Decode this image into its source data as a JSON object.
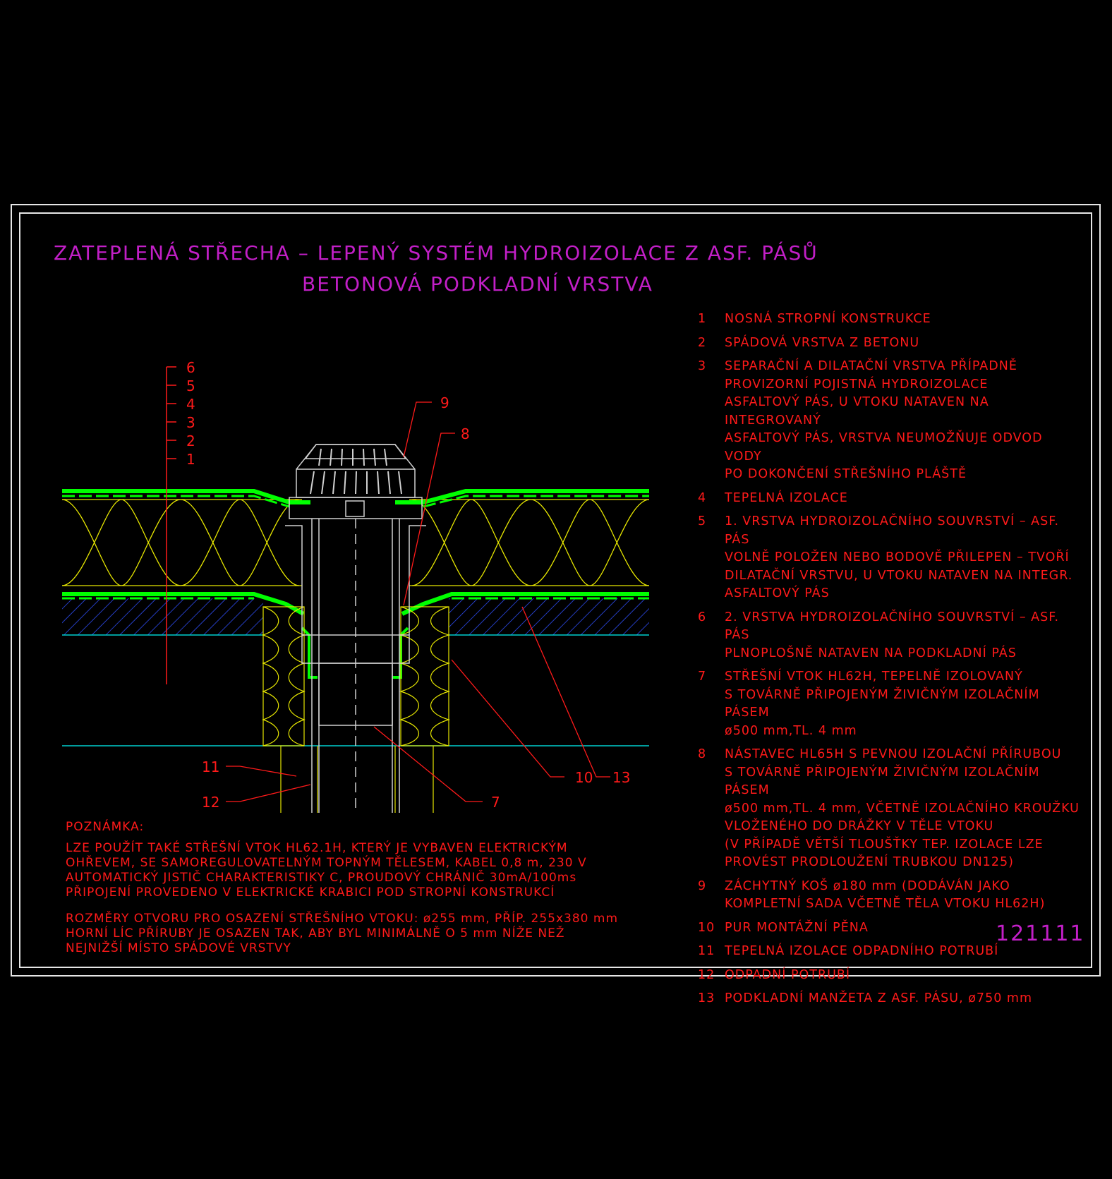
{
  "title": {
    "line1": "ZATEPLENÁ STŘECHA – LEPENÝ SYSTÉM HYDROIZOLACE Z ASF. PÁSŮ",
    "line2": "BETONOVÁ PODKLADNÍ VRSTVA"
  },
  "layer_markers": [
    "6",
    "5",
    "4",
    "3",
    "2",
    "1"
  ],
  "callouts": {
    "c9": "9",
    "c8": "8",
    "c10": "10",
    "c13": "13",
    "c11": "11",
    "c12": "12",
    "c7": "7"
  },
  "legend": [
    {
      "num": "1",
      "text": "NOSNÁ STROPNÍ KONSTRUKCE"
    },
    {
      "num": "2",
      "text": "SPÁDOVÁ VRSTVA Z BETONU"
    },
    {
      "num": "3",
      "text": "SEPARAČNÍ A DILATAČNÍ VRSTVA PŘÍPADNĚ\nPROVIZORNÍ POJISTNÁ HYDROIZOLACE\nASFALTOVÝ PÁS, U VTOKU NATAVEN NA INTEGROVANÝ\nASFALTOVÝ PÁS, VRSTVA NEUMOŽŇUJE ODVOD VODY\nPO DOKONČENÍ STŘEŠNÍHO PLÁŠTĚ"
    },
    {
      "num": "4",
      "text": "TEPELNÁ IZOLACE"
    },
    {
      "num": "5",
      "text": "1. VRSTVA HYDROIZOLAČNÍHO SOUVRSTVÍ – ASF. PÁS\nVOLNĚ POLOŽEN NEBO BODOVĚ PŘILEPEN – TVOŘÍ\nDILATAČNÍ VRSTVU, U VTOKU NATAVEN NA INTEGR.\nASFALTOVÝ PÁS"
    },
    {
      "num": "6",
      "text": "2. VRSTVA HYDROIZOLAČNÍHO SOUVRSTVÍ – ASF. PÁS\nPLNOPLOŠNĚ NATAVEN NA PODKLADNÍ PÁS"
    },
    {
      "num": "7",
      "text": "STŘEŠNÍ VTOK HL62H, TEPELNĚ IZOLOVANÝ\nS TOVÁRNĚ PŘIPOJENÝM ŽIVIČNÝM IZOLAČNÍM PÁSEM\nø500 mm,TL. 4 mm"
    },
    {
      "num": "8",
      "text": "NÁSTAVEC HL65H S PEVNOU IZOLAČNÍ PŘÍRUBOU\nS TOVÁRNĚ PŘIPOJENÝM ŽIVIČNÝM IZOLAČNÍM PÁSEM\nø500 mm,TL. 4 mm, VČETNĚ IZOLAČNÍHO KROUŽKU\nVLOŽENÉHO DO DRÁŽKY V TĚLE VTOKU\n(V PŘÍPADĚ VĚTŠÍ TLOUŠŤKY TEP. IZOLACE LZE\nPROVÉST PRODLOUŽENÍ TRUBKOU DN125)"
    },
    {
      "num": "9",
      "text": "ZÁCHYTNÝ KOŠ ø180 mm (DODÁVÁN JAKO\nKOMPLETNÍ SADA VČETNĚ TĚLA VTOKU HL62H)"
    },
    {
      "num": "10",
      "text": "PUR MONTÁŽNÍ PĚNA"
    },
    {
      "num": "11",
      "text": "TEPELNÁ IZOLACE ODPADNÍHO POTRUBÍ"
    },
    {
      "num": "12",
      "text": "ODPADNÍ POTRUBÍ"
    },
    {
      "num": "13",
      "text": "PODKLADNÍ MANŽETA Z ASF. PÁSU, ø750 mm"
    }
  ],
  "note": {
    "heading": "POZNÁMKA:",
    "para1": "LZE POUŽÍT TAKÉ STŘEŠNÍ VTOK HL62.1H, KTERÝ JE VYBAVEN ELEKTRICKÝM\nOHŘEVEM, SE SAMOREGULOVATELNÝM TOPNÝM TĚLESEM, KABEL 0,8 m, 230 V\nAUTOMATICKÝ JISTIČ CHARAKTERISTIKY C, PROUDOVÝ CHRÁNIČ 30mA/100ms\nPŘIPOJENÍ PROVEDENO V ELEKTRICKÉ KRABICI POD STROPNÍ KONSTRUKCÍ",
    "para2": "ROZMĚRY OTVORU PRO OSAZENÍ STŘEŠNÍHO VTOKU: ø255 mm, PŘÍP. 255x380 mm\nHORNÍ LÍC PŘÍRUBY JE OSAZEN TAK, ABY BYL MINIMÁLNĚ O 5 mm NÍŽE NEŽ\nNEJNIŽŠÍ MÍSTO SPÁDOVÉ VRSTVY"
  },
  "drawing_code": "121111",
  "colors": {
    "title": "#c21fc7",
    "text": "#ff1a1a",
    "insulation": "#e6e600",
    "membrane": "#00ff00",
    "concrete_hatch": "#3050ff",
    "line_cyan": "#00d0d0",
    "frame": "#e6e6e6"
  }
}
